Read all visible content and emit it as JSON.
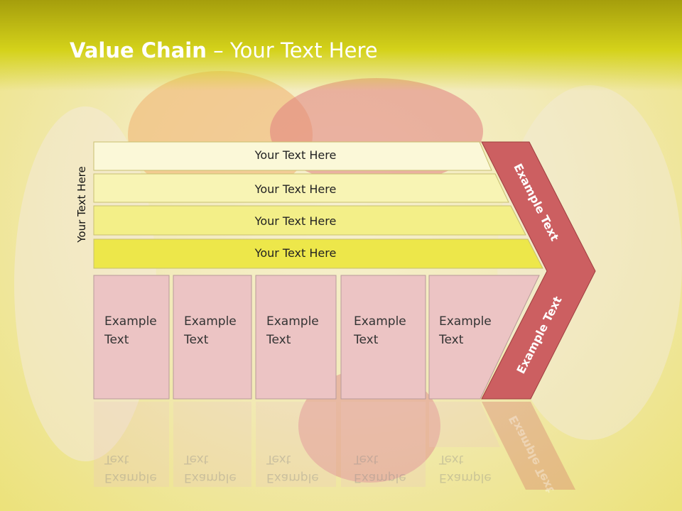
{
  "title": {
    "bold": "Value Chain",
    "separator": " – ",
    "rest": "Your Text Here"
  },
  "side_label": "Your Text Here",
  "bars": [
    {
      "label": "Your Text Here"
    },
    {
      "label": "Your Text Here"
    },
    {
      "label": "Your Text Here"
    },
    {
      "label": "Your Text Here"
    }
  ],
  "boxes": [
    {
      "line1": "Example",
      "line2": "Text"
    },
    {
      "line1": "Example",
      "line2": "Text"
    },
    {
      "line1": "Example",
      "line2": "Text"
    },
    {
      "line1": "Example",
      "line2": "Text"
    },
    {
      "line1": "Example",
      "line2": "Text"
    }
  ],
  "chevron": {
    "upper": "Example Text",
    "lower": "Example Text"
  },
  "colors": {
    "bar1": "#fbf8d8",
    "bar2": "#f8f4b4",
    "bar3": "#f3ef88",
    "bar4": "#ede74a",
    "box": "#ecc4c4",
    "chevron": "#cc5f61"
  }
}
